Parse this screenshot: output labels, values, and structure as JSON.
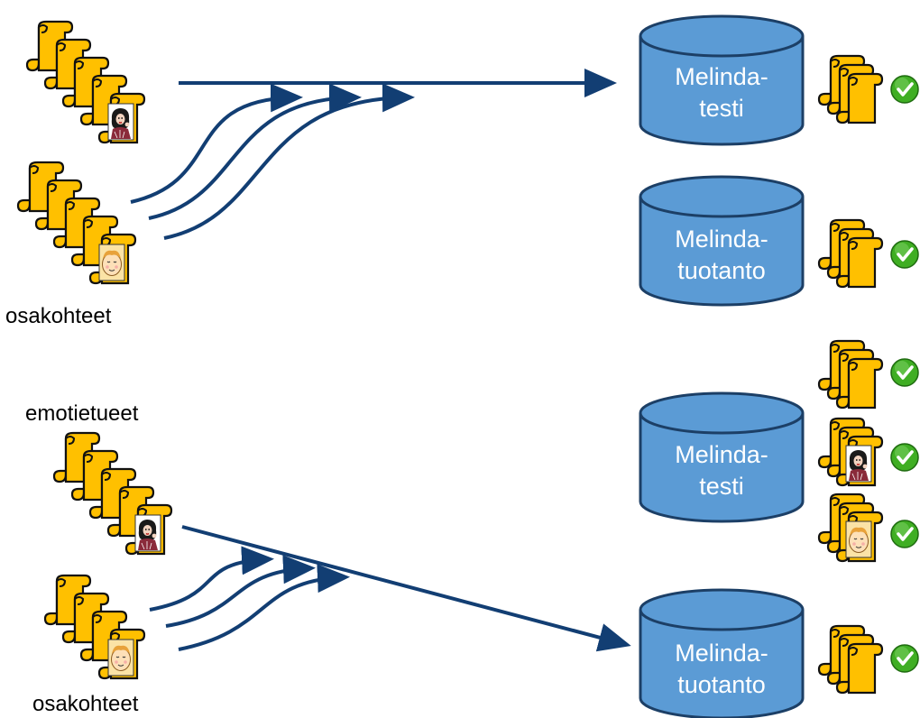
{
  "colors": {
    "arrow": "#123e73",
    "cylinder_fill": "#5b9bd5",
    "cylinder_stroke": "#1c3f66",
    "scroll_fill": "#ffc000",
    "scroll_stroke": "#111111",
    "check_fill": "#3fae23",
    "check_mark": "#ffffff",
    "text_on_db": "#ffffff",
    "text_caption": "#000000"
  },
  "icons": {
    "record_stack": "scroll-stack-icon",
    "woman_portrait": "woman-portrait-icon",
    "child_face": "child-face-icon",
    "database": "database-cylinder-icon",
    "checkmark": "green-check-icon",
    "arrow": "arrow-icon"
  },
  "top_section": {
    "source_parts_label": "osakohteet",
    "db_test": {
      "line1": "Melinda-",
      "line2": "testi"
    },
    "db_prod": {
      "line1": "Melinda-",
      "line2": "tuotanto"
    }
  },
  "bottom_section": {
    "source_host_label": "emotietueet",
    "source_parts_label": "osakohteet",
    "db_test": {
      "line1": "Melinda-",
      "line2": "testi"
    },
    "db_prod": {
      "line1": "Melinda-",
      "line2": "tuotanto"
    }
  }
}
